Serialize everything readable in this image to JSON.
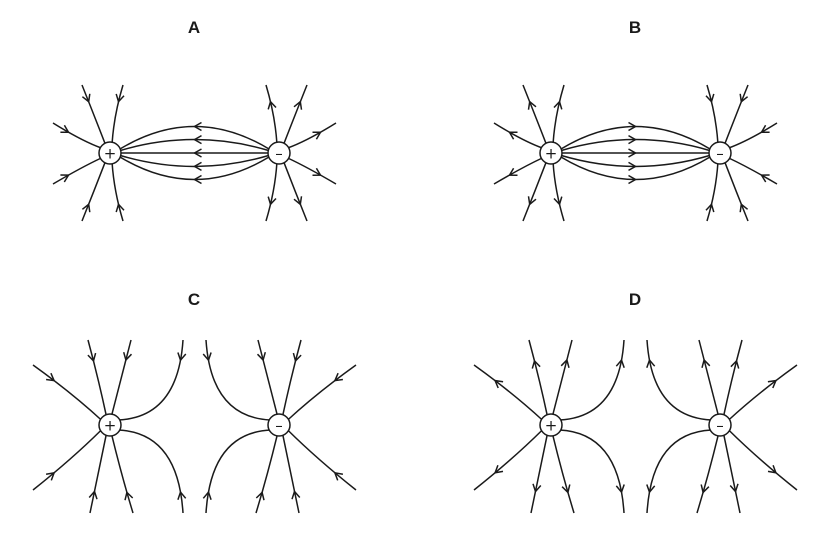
{
  "panels": [
    {
      "id": "A",
      "label": "A",
      "pair": "opposite",
      "direction": "neg-to-pos",
      "charges": [
        {
          "sign": "+"
        },
        {
          "sign": "–"
        }
      ]
    },
    {
      "id": "B",
      "label": "B",
      "pair": "opposite",
      "direction": "pos-to-neg",
      "charges": [
        {
          "sign": "+"
        },
        {
          "sign": "–"
        }
      ]
    },
    {
      "id": "C",
      "label": "C",
      "pair": "repel",
      "direction": "inward",
      "charges": [
        {
          "sign": "+"
        },
        {
          "sign": "–"
        }
      ]
    },
    {
      "id": "D",
      "label": "D",
      "pair": "repel",
      "direction": "outward",
      "charges": [
        {
          "sign": "+"
        },
        {
          "sign": "–"
        }
      ]
    }
  ]
}
